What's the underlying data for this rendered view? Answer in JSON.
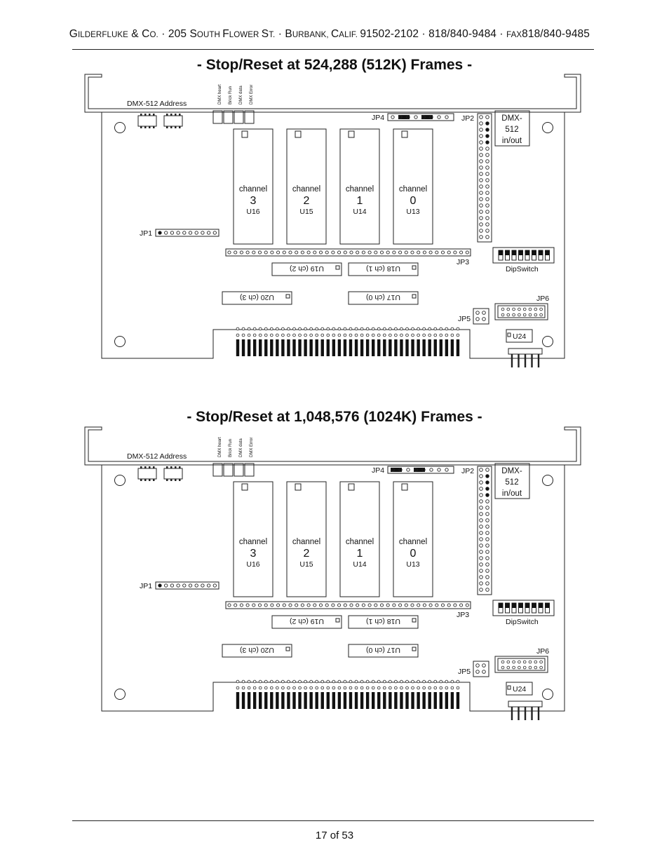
{
  "header": {
    "company_g": "G",
    "company_rest": "ilderfluke",
    "amp": " & ",
    "co_c": "C",
    "co_rest": "o.",
    "sep1": " · ",
    "street_num": "205 ",
    "s1": "S",
    "s1r": "outh ",
    "f1": "F",
    "f1r": "lower ",
    "st1": "S",
    "st1r": "t.",
    "sep2": " · ",
    "b1": "B",
    "b1r": "urbank, ",
    "c1": "C",
    "c1r": "alif. ",
    "zip": "91502-2102",
    "sep3": " · ",
    "phone": "818/840-9484",
    "sep4": " · ",
    "fax_label": "fax",
    "fax": "818/840-9485"
  },
  "boards": [
    {
      "title": "- Stop/Reset at 524,288 (512K) Frames -",
      "jp4_jumper_positions": [
        1,
        4
      ]
    },
    {
      "title": "- Stop/Reset at 1,048,576 (1024K) Frames -",
      "jp4_jumper_positions": [
        0,
        3
      ]
    }
  ],
  "labels": {
    "dmx_address": "DMX-512 Address",
    "led_heart": "DMX heart",
    "led_brick": "Brick Run",
    "led_data": "DMX data",
    "led_error": "DMX Error",
    "jp1": "JP1",
    "jp2": "JP2",
    "jp3": "JP3",
    "jp4": "JP4",
    "jp5": "JP5",
    "jp6": "JP6",
    "dmx_port_1": "DMX-",
    "dmx_port_2": "512",
    "dmx_port_3": "in/out",
    "dipswitch": "DipSwitch",
    "u24": "U24",
    "channel_word": "channel",
    "chips": [
      {
        "num": "3",
        "ref": "U16"
      },
      {
        "num": "2",
        "ref": "U15"
      },
      {
        "num": "1",
        "ref": "U14"
      },
      {
        "num": "0",
        "ref": "U13"
      }
    ],
    "u19": "U19 (ch 2)",
    "u18": "U18 (ch 1)",
    "u20": "U20 (ch 3)",
    "u17": "U17 (ch 0)"
  },
  "footer": {
    "page": "17 of 53"
  }
}
